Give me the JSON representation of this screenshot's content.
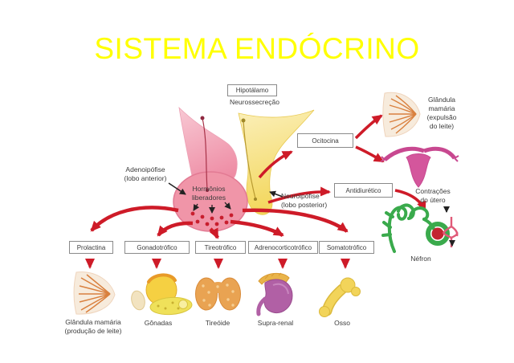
{
  "title": "SISTEMA ENDÓCRINO",
  "colors": {
    "title": "#FFFF00",
    "arrow-red": "#CE1B28",
    "anterior-pink": "#F095A8",
    "posterior-yellow": "#F3D75C",
    "nephron-green": "#3AAA4C",
    "uterus-pink": "#D4569C"
  },
  "diagram": {
    "hypothalamus": {
      "label": "Hipotálamo"
    },
    "neurosecretion": {
      "label": "Neurossecreção"
    },
    "adenohypophysis": {
      "label": "Adenoipófise\n(lobo anterior)"
    },
    "releasing_hormones": {
      "label": "Hormônios\nliberadores"
    },
    "neurohypophysis": {
      "label": "Neuroipófise\n(lobo posterior)"
    },
    "oxytocin": {
      "label": "Ocitocina"
    },
    "antidiuretic": {
      "label": "Antidiurético"
    },
    "mammary_top": {
      "label": "Glândula\nmamária\n(expulsão\ndo leite)"
    },
    "uterus": {
      "label": "Contrações\ndo útero"
    },
    "nephron": {
      "label": "Néfron"
    },
    "hormones": [
      {
        "label": "Prolactina",
        "target": "Glândula mamária\n(produção de leite)"
      },
      {
        "label": "Gonadotrófico",
        "target": "Gônadas"
      },
      {
        "label": "Tireotrófico",
        "target": "Tireóide"
      },
      {
        "label": "Adrenocorticotrófico",
        "target": "Supra-renal"
      },
      {
        "label": "Somatotrófico",
        "target": "Osso"
      }
    ]
  }
}
